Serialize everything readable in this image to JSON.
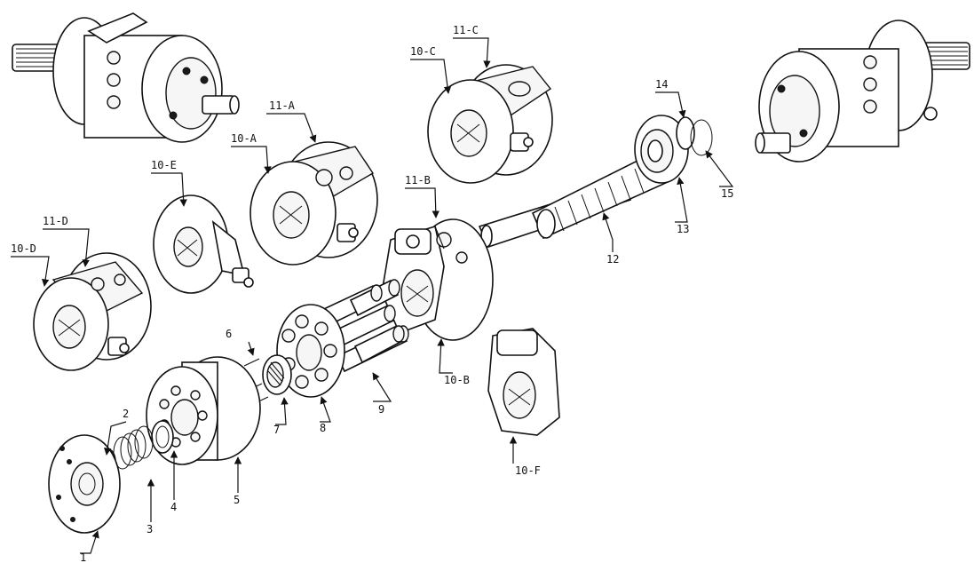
{
  "diagram": {
    "labels": {
      "l1": "1",
      "l2": "2",
      "l3": "3",
      "l4": "4",
      "l5": "5",
      "l6": "6",
      "l7": "7",
      "l8": "8",
      "l9": "9",
      "l10a": "10-A",
      "l10b": "10-B",
      "l10c": "10-C",
      "l10d": "10-D",
      "l10e": "10-E",
      "l10f": "10-F",
      "l11a": "11-A",
      "l11b": "11-B",
      "l11c": "11-C",
      "l11d": "11-D",
      "l12": "12",
      "l13": "13",
      "l14": "14",
      "l15": "15"
    }
  }
}
